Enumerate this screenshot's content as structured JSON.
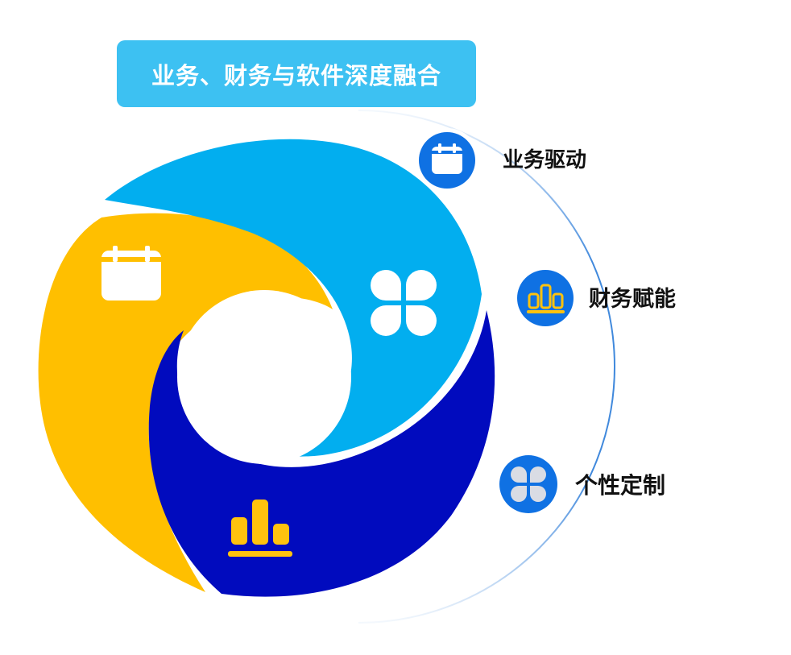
{
  "title": "业务、财务与软件深度融合",
  "colors": {
    "title_bg": "#3DC1F2",
    "segment_cyan": "#02AEEF",
    "segment_yellow": "#FFBF00",
    "segment_navy": "#010BBE",
    "node_blue": "#0F71E3",
    "orbit_line": "#1F74D6",
    "icon_white": "#FFFFFF",
    "icon_gold": "#FFC20E",
    "icon_light": "#D9DCE4"
  },
  "segments": [
    {
      "name": "cyan",
      "icon": "clover-icon"
    },
    {
      "name": "yellow",
      "icon": "calendar-icon"
    },
    {
      "name": "navy",
      "icon": "bar-chart-icon"
    }
  ],
  "legend": [
    {
      "label": "业务驱动",
      "icon": "calendar-icon"
    },
    {
      "label": "财务赋能",
      "icon": "bar-chart-icon"
    },
    {
      "label": "个性定制",
      "icon": "clover-icon"
    }
  ]
}
